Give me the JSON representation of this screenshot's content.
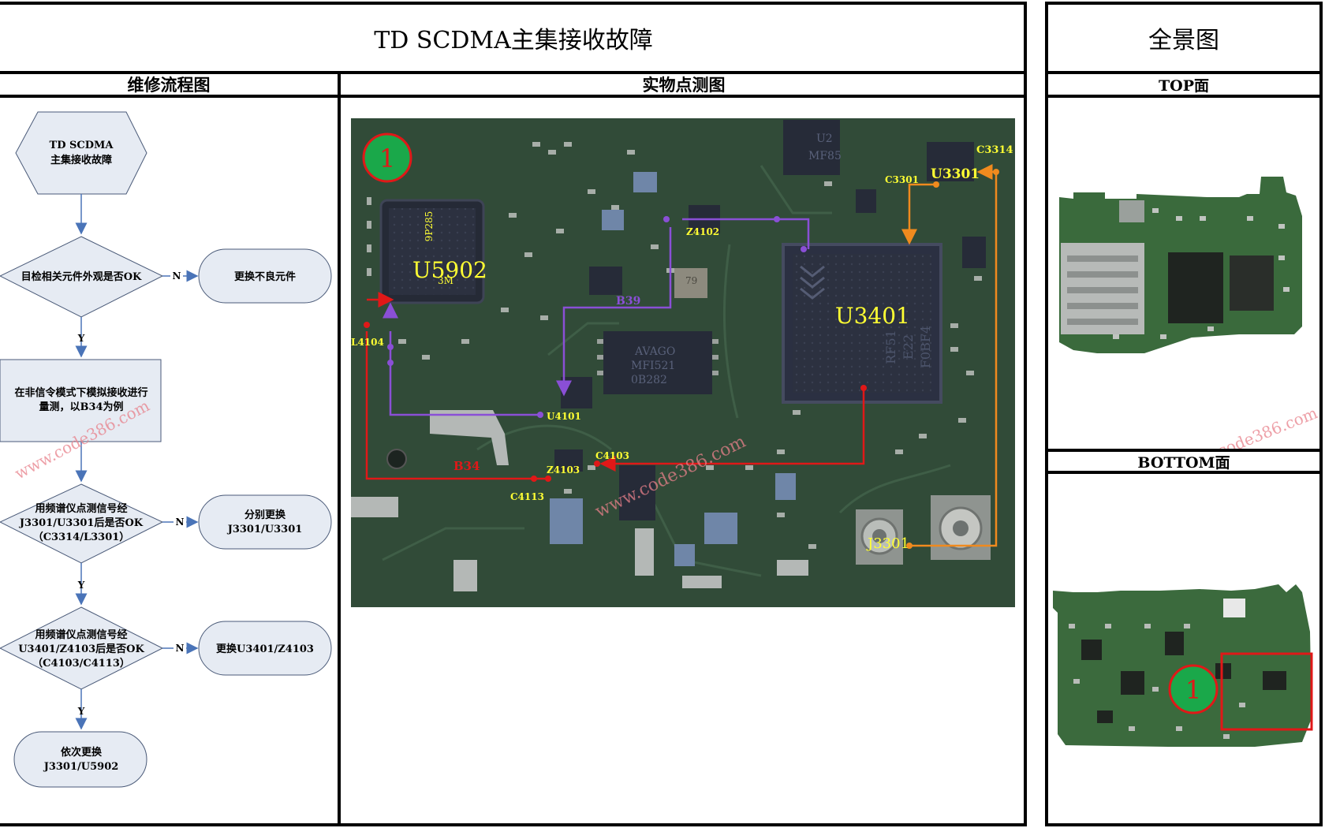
{
  "header": {
    "main_title": "TD SCDMA主集接收故障",
    "overview_title": "全景图"
  },
  "columns": {
    "flow": "维修流程图",
    "photo": "实物点测图",
    "top": "TOP面",
    "bottom": "BOTTOM面"
  },
  "flowchart": {
    "start": [
      "TD SCDMA",
      "主集接收故障"
    ],
    "d1": "目检相关元件外观是否OK",
    "a1": "更换不良元件",
    "p1": [
      "在非信令模式下模拟接收进行",
      "量测，以B34为例"
    ],
    "d2": [
      "用频谱仪点测信号经",
      "J3301/U3301后是否OK",
      "（C3314/L3301）"
    ],
    "a2": [
      "分别更换",
      "J3301/U3301"
    ],
    "d3": [
      "用频谱仪点测信号经",
      "U3401/Z4103后是否OK",
      "（C4103/C4113）"
    ],
    "a3": "更换U3401/Z4103",
    "end": [
      "依次更换",
      "J3301/U5902"
    ],
    "yes": "Y",
    "no": "N"
  },
  "photo_labels": {
    "marker": "1",
    "u5902": "U5902",
    "u3401": "U3401",
    "u3301": "U3301",
    "c3301": "C3301",
    "c3314": "C3314",
    "z4102": "Z4102",
    "b39": "B39",
    "l4104": "L4104",
    "u4101": "U4101",
    "b34": "B34",
    "z4103": "Z4103",
    "c4103": "C4103",
    "c4113": "C4113",
    "j3301": "J3301",
    "chip_avago": [
      "AVAGO",
      "MFI521",
      "0B282"
    ],
    "chip_u3401_marks": [
      "RF51",
      "E22",
      "F0BF4"
    ],
    "chip_u5902_marks": [
      "9P285",
      "3M"
    ],
    "chip_u2": [
      "U2",
      "MF85"
    ],
    "chip_79": "79"
  },
  "overview": {
    "marker": "1"
  },
  "watermark": "www.code386.com",
  "colors": {
    "purple": "#8a4fd6",
    "red": "#e01818",
    "orange": "#f08a1e",
    "yellow": "#ffff33",
    "green_marker": "#1aa84a",
    "flow_fill": "#e6ebf3",
    "arrow_blue": "#4a74b8"
  }
}
